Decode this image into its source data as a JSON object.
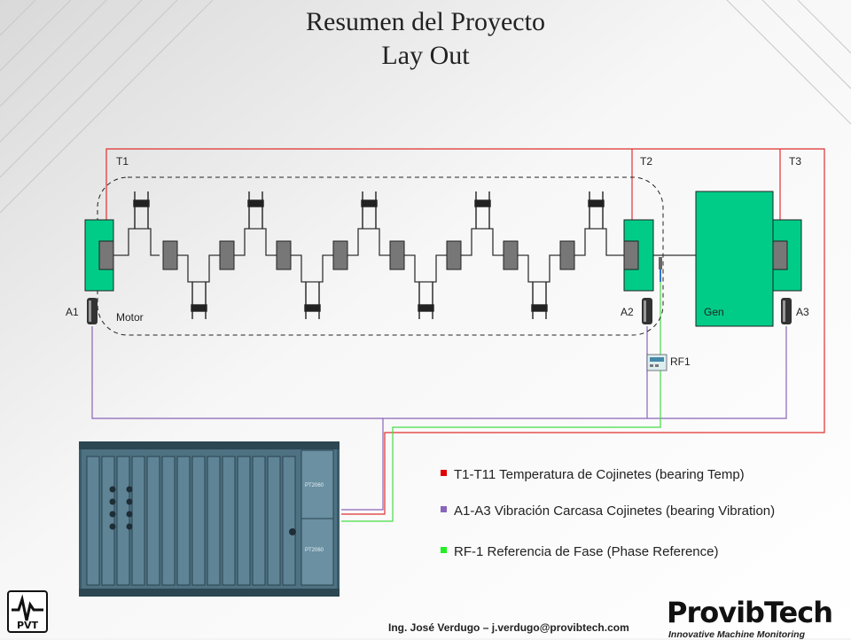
{
  "slide": {
    "title_line1": "Resumen del Proyecto",
    "title_line2": "Lay Out",
    "footer": "Ing. José Verdugo – j.verdugo@provibtech.com"
  },
  "diagram": {
    "labels": {
      "t1": "T1",
      "t2": "T2",
      "t3": "T3",
      "a1": "A1",
      "a2": "A2",
      "a3": "A3",
      "motor": "Motor",
      "gen": "Gen",
      "rf1": "RF1"
    },
    "colors": {
      "temperature": "#e03030",
      "vibration": "#8a63b8",
      "phase_reference": "#44dd44",
      "bearing_green": "#00cc88"
    }
  },
  "legend": [
    {
      "text": "T1-T11 Temperatura de Cojinetes (bearing Temp)",
      "color": "#e00000"
    },
    {
      "text": "A1-A3 Vibración Carcasa Cojinetes (bearing Vibration)",
      "color": "#8866bb"
    },
    {
      "text": "RF-1 Referencia de Fase (Phase Reference)",
      "color": "#22ee22"
    }
  ],
  "logos": {
    "left": "PVT",
    "brand_name": "ProvibTech",
    "brand_tagline": "Innovative Machine Monitoring"
  },
  "rack": {
    "module_text": "PT2060"
  }
}
